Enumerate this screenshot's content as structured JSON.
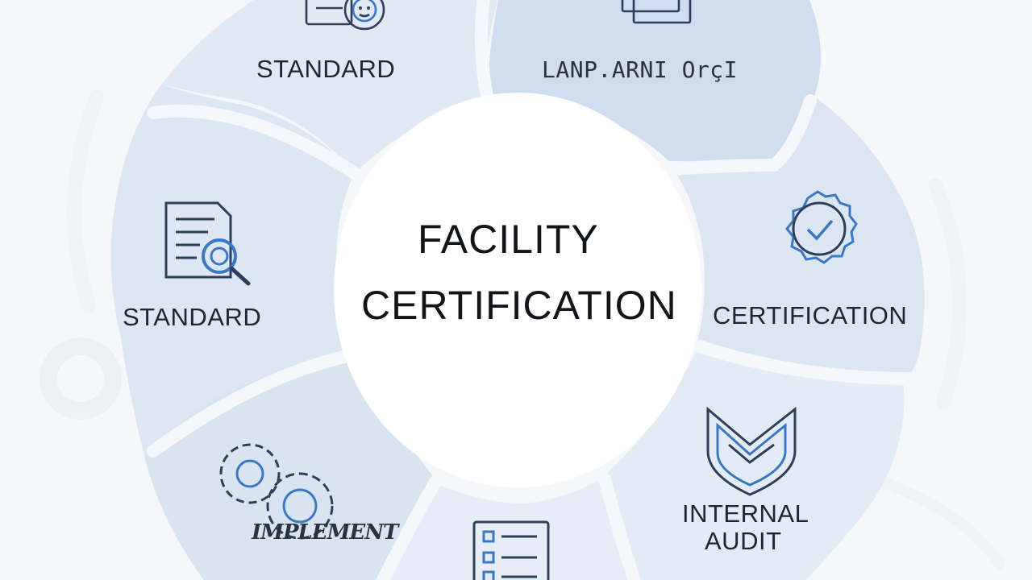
{
  "center": {
    "line1": "FACILITY",
    "line2": "CERTIFICATION"
  },
  "segments": [
    {
      "id": "top-left",
      "label": "STANDARD",
      "icon": "document-gear-icon"
    },
    {
      "id": "top-right",
      "label": "LANP.ARNI OrçI",
      "icon": "stacked-documents-icon"
    },
    {
      "id": "right",
      "label": "CERTIFICATION",
      "icon": "badge-check-icon"
    },
    {
      "id": "bottom-right",
      "label_line1": "INTERNAL",
      "label_line2": "AUDIT",
      "icon": "shield-icon"
    },
    {
      "id": "bottom",
      "label": "",
      "icon": "checklist-icon"
    },
    {
      "id": "bottom-left",
      "label": "IMPLEMENT",
      "icon": "gears-icon"
    },
    {
      "id": "left",
      "label": "STANDARD",
      "icon": "document-search-icon"
    }
  ],
  "colors": {
    "background": "#f5f7fa",
    "ring_light": "#dfe8f3",
    "ring_mid": "#cddcee",
    "divider": "#f3f6fa",
    "icon_dark": "#2d3f5c",
    "icon_blue": "#3b78c4",
    "text": "#1f2630"
  }
}
